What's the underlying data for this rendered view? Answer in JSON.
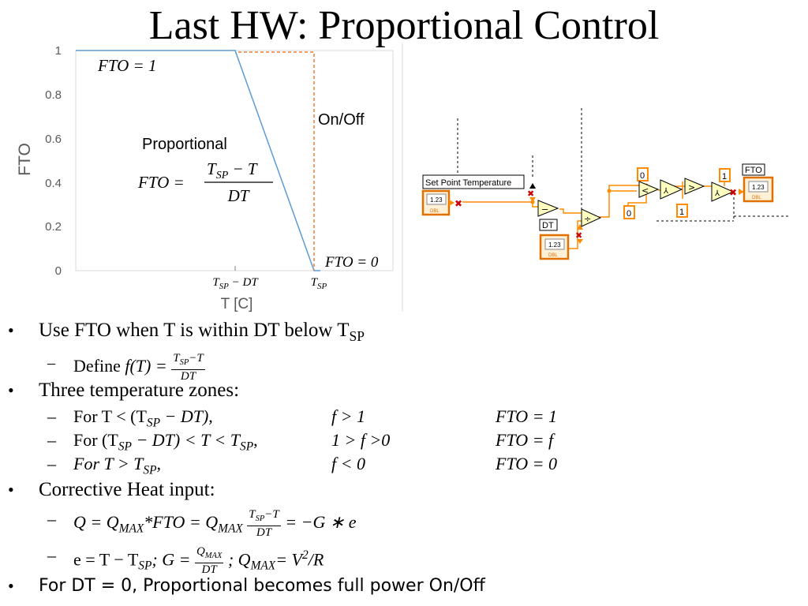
{
  "slide": {
    "title": "Last HW: Proportional Control"
  },
  "chart_data": {
    "type": "line",
    "ylabel": "FTO",
    "xlabel": "T [C]",
    "ylim": [
      0,
      1
    ],
    "y_ticks": [
      "0",
      "0.2",
      "0.4",
      "0.6",
      "0.8",
      "1"
    ],
    "x_ticks": [
      "T_SP − DT",
      "T_SP"
    ],
    "series": [
      {
        "name": "Proportional",
        "points": [
          [
            "T_SP − DT",
            1
          ],
          [
            "T_SP",
            0
          ]
        ],
        "color": "#5b9bd5",
        "style": "solid"
      },
      {
        "name": "On/Off",
        "points": [
          [
            "T_SP",
            1
          ],
          [
            "T_SP",
            0
          ]
        ],
        "color": "#ed7d31",
        "style": "dashed"
      }
    ],
    "annotations": {
      "fto1": "FTO = 1",
      "proportional": "Proportional",
      "prop_eq_lhs": "FTO =",
      "prop_eq_num": "T_SP − T",
      "prop_eq_den": "DT",
      "onoff": "On/Off",
      "fto0": "FTO = 0"
    }
  },
  "labview": {
    "setpoint_label": "Set Point Temperature",
    "dt_label": "DT",
    "fto_label": "FTO",
    "num_display": "1.23",
    "dbl_tag": "DBL",
    "const_0a": "0",
    "const_0b": "0",
    "const_1a": "1",
    "const_1b": "1",
    "op_subtract": "−",
    "op_divide": "÷",
    "op_less": "<",
    "op_greater": ">",
    "colors": {
      "wire": "#ff8c00",
      "terminal_border": "#e07000",
      "terminal_fill": "#fff0d8",
      "prim_fill": "#ffffc0",
      "break_x": "#cc0000"
    }
  },
  "bullets": {
    "b1_text": "Use FTO when T is within DT below T",
    "b1_sub": "SP",
    "b1a_prefix": "Define ",
    "b1a_lhs": "f(T) =",
    "b1a_num": "T",
    "b1a_num_sub": "SP",
    "b1a_num_rest": "−T",
    "b1a_den": "DT",
    "b2_text": "Three temperature zones:",
    "z1_cond": "For T < (T",
    "z1_cond_sub": "SP",
    "z1_cond_rest": " − DT),",
    "z1_f": "f >  1",
    "z1_fto": "FTO = 1",
    "z2_cond": "For (T",
    "z2_cond_sub": "SP",
    "z2_cond_rest": " − DT) < T < T",
    "z2_cond_sub2": "SP",
    "z2_cond_end": ",",
    "z2_f": "1 > f  >0",
    "z2_fto": "FTO  = f",
    "z3_cond": "For T > T",
    "z3_cond_sub": "SP",
    "z3_cond_end": ",",
    "z3_f": "f  < 0",
    "z3_fto": "FTO = 0",
    "b3_text": "Corrective Heat input:",
    "b3a_q": "Q = Q",
    "b3a_q_sub": "MAX",
    "b3a_mid": "*FTO = Q",
    "b3a_mid_sub": "MAX",
    "b3a_num": "T",
    "b3a_num_sub": "SP",
    "b3a_num_rest": "−T",
    "b3a_den": "DT",
    "b3a_end": "= −G ∗ e",
    "b3b_e": "e = T − T",
    "b3b_e_sub": "SP",
    "b3b_g": ";   G =",
    "b3b_num": "Q",
    "b3b_num_sub": "MAX",
    "b3b_den": "DT",
    "b3b_q": "; Q",
    "b3b_q_sub": "MAX",
    "b3b_q_end": "= V",
    "b3b_sup": "2",
    "b3b_r": "/R",
    "b4_text": "For DT = 0, Proportional becomes full power On/Off"
  }
}
